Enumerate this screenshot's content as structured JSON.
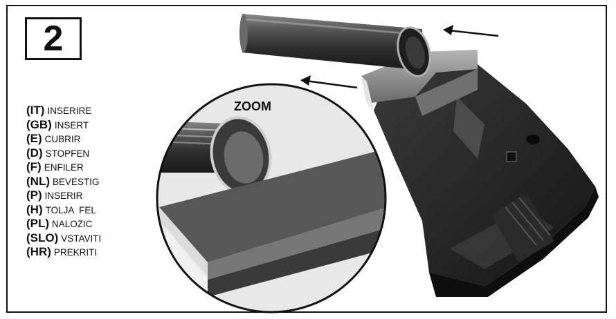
{
  "step": "2",
  "zoom_label": "ZOOM",
  "legend": [
    {
      "code": "(IT)",
      "word": "INSERIRE"
    },
    {
      "code": "(GB)",
      "word": "INSERT"
    },
    {
      "code": "(E)",
      "word": "CUBRIR"
    },
    {
      "code": "(D)",
      "word": "STOPFEN"
    },
    {
      "code": "(F)",
      "word": "ENFILER"
    },
    {
      "code": "(NL)",
      "word": "BEVESTIG"
    },
    {
      "code": "(P)",
      "word": "INSERIR"
    },
    {
      "code": "(H)",
      "word": "TOLJA  FEL"
    },
    {
      "code": "(PL)",
      "word": "NALOZIC"
    },
    {
      "code": "(SLO)",
      "word": "VSTAVITI"
    },
    {
      "code": "(HR)",
      "word": "PREKRITI"
    }
  ],
  "colors": {
    "ink": "#111111",
    "plastic_dark": "#2b2b2b",
    "plastic_mid": "#555555",
    "plastic_light": "#9a9a9a"
  },
  "icons": [
    "arrow-left-icon",
    "arrow-left-icon"
  ]
}
